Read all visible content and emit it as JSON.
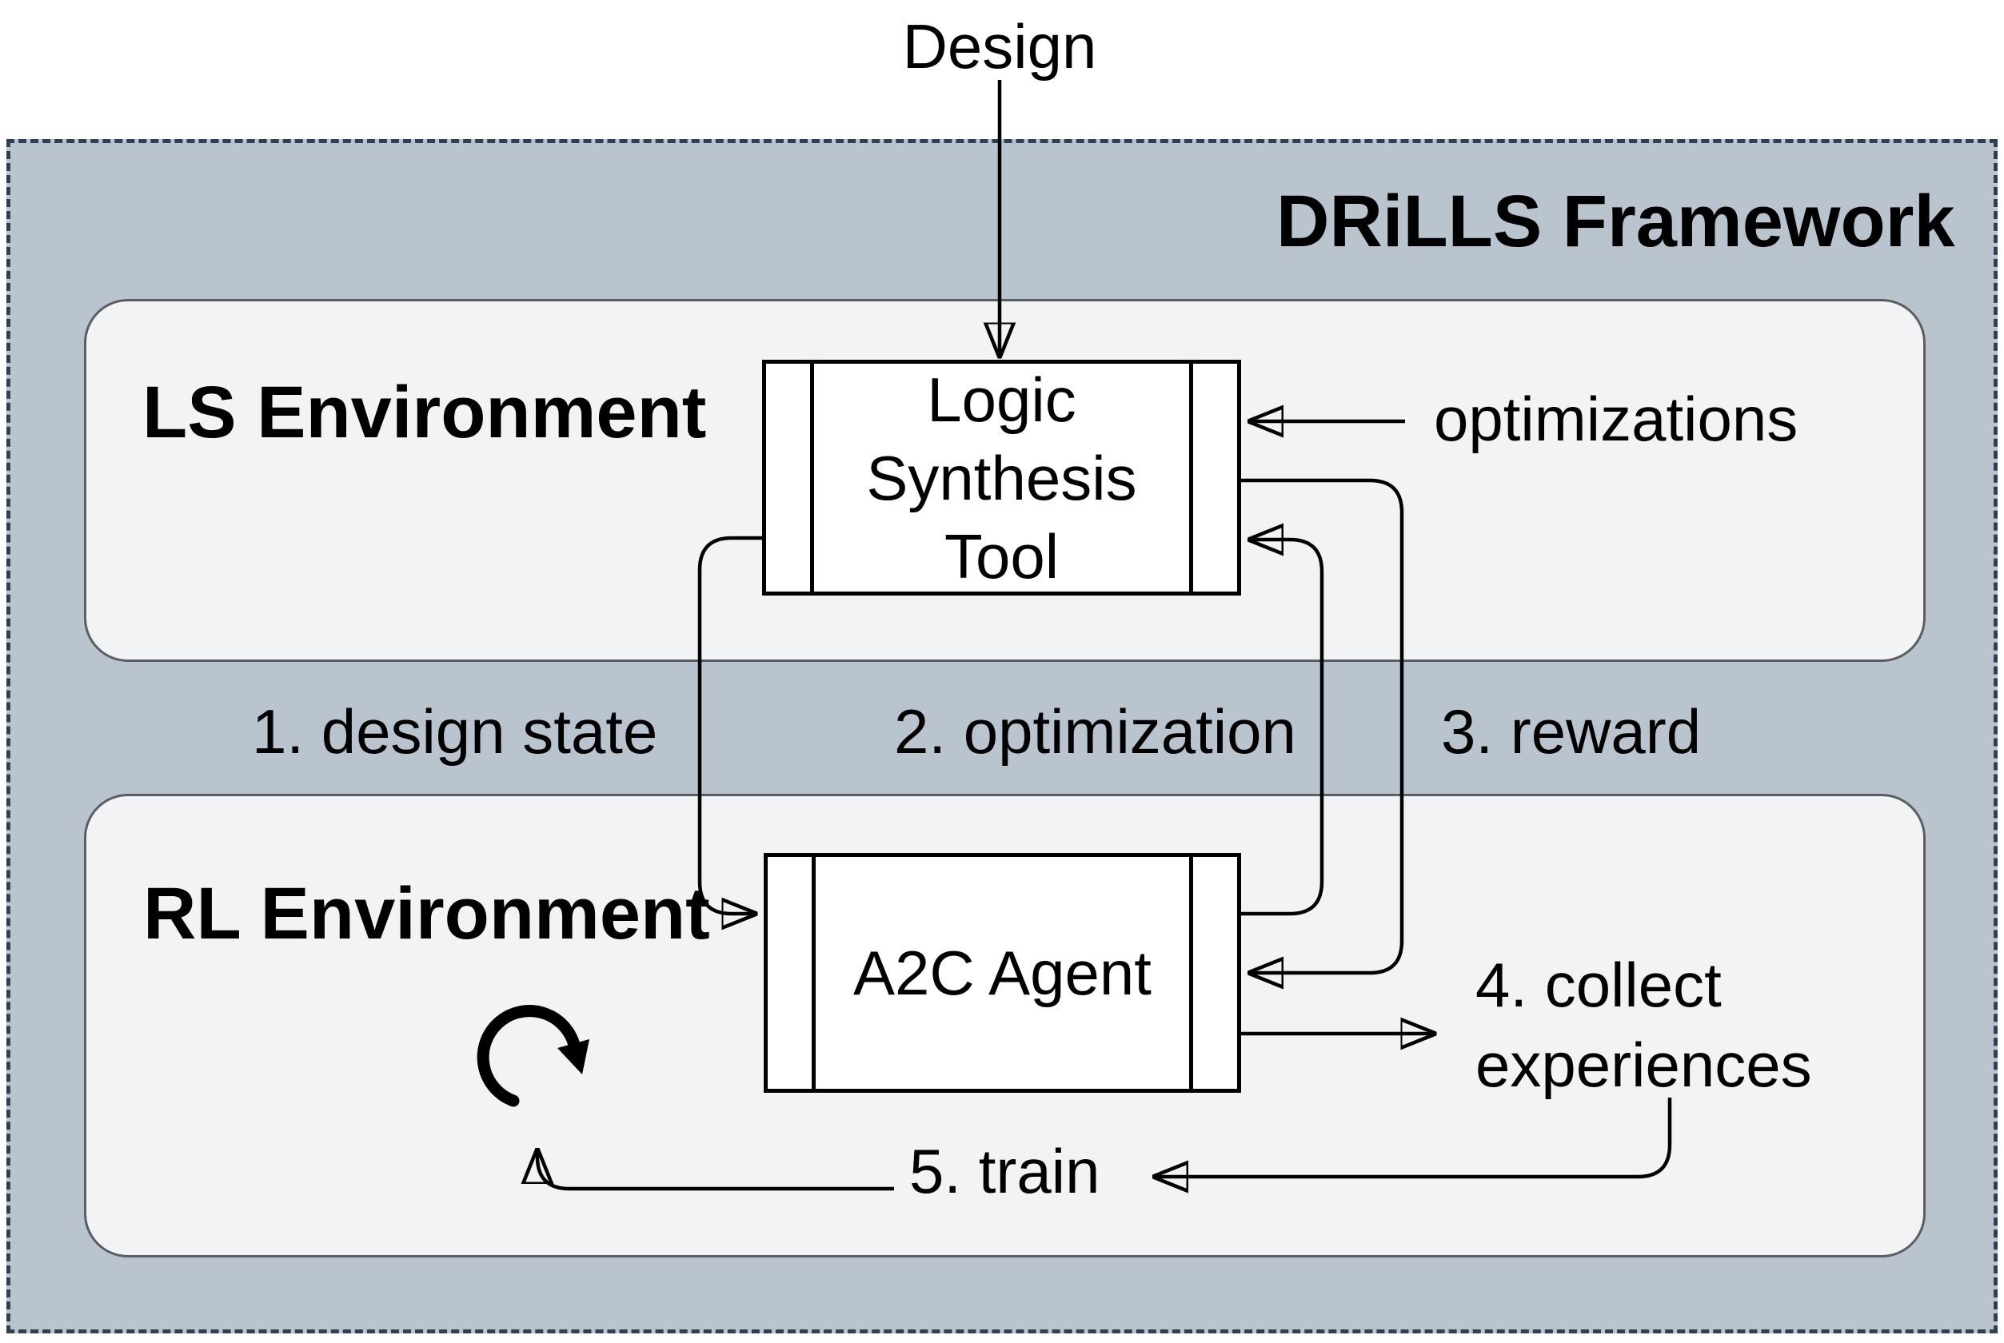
{
  "diagram": {
    "title": "DRiLLS Framework",
    "input_label": "Design",
    "ls_environment": {
      "label": "LS Environment",
      "tool_label": "Logic Synthesis Tool"
    },
    "rl_environment": {
      "label": "RL Environment",
      "agent_label": "A2C Agent"
    },
    "flow_labels": {
      "optimizations": "optimizations",
      "step1": "1. design state",
      "step2": "2. optimization",
      "step3": "3. reward",
      "step4": "4. collect experiences",
      "step5": "5. train"
    },
    "icons": {
      "cycle": "refresh-cycle-icon"
    },
    "colors": {
      "frame-bg": "#b9c4cf",
      "frame-border": "#2e4154",
      "env-bg": "#f2f3f4",
      "env-border": "#5a5e63",
      "box-bg": "#ffffff",
      "line": "#000000",
      "text": "#000000",
      "page-bg": "#ffffff"
    }
  }
}
